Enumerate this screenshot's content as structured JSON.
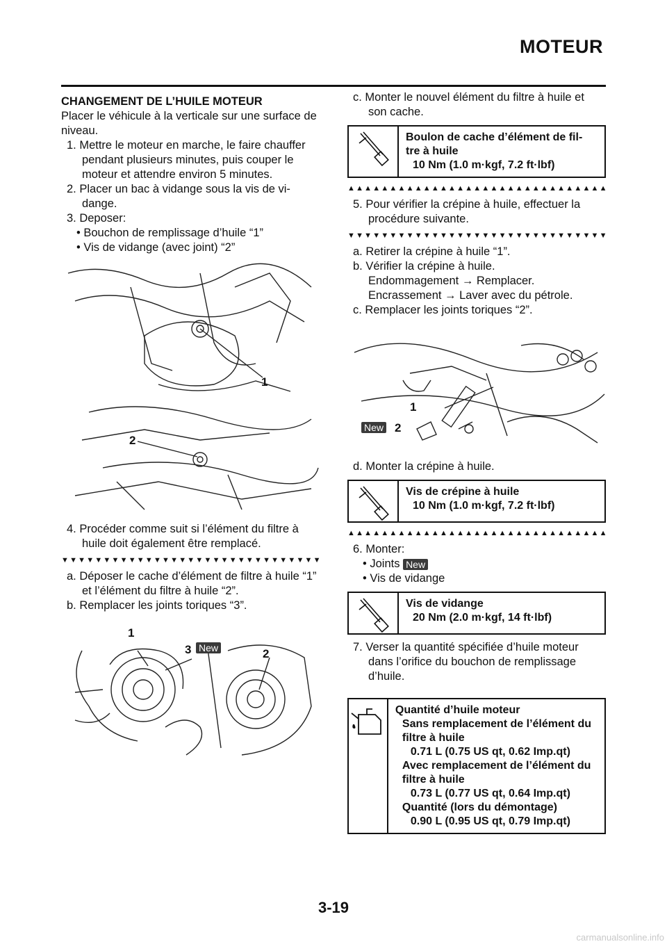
{
  "header": {
    "title": "MOTEUR"
  },
  "left": {
    "section_title": "CHANGEMENT DE L’HUILE MOTEUR",
    "intro": "Placer le véhicule à la verticale sur une surface de niveau.",
    "step1": "1. Mettre le moteur en marche, le faire chauffer pendant plusieurs minutes, puis couper le moteur et attendre environ 5 minutes.",
    "step2": "2. Placer un bac à vidange sous la vis de vi-dange.",
    "step3": "3. Deposer:",
    "step3_b1": "• Bouchon de remplissage d’huile “1”",
    "step3_b2": "• Vis de vidange (avec joint) “2”",
    "fig1_label1": "1",
    "fig1_label2": "2",
    "step4": "4. Procéder comme suit si l’élément du filtre à huile doit également être remplacé.",
    "marks_down": "▼▼▼▼▼▼▼▼▼▼▼▼▼▼▼▼▼▼▼▼▼▼▼▼▼▼▼▼▼▼▼▼▼▼▼",
    "sub_a": "a. Déposer le cache d’élément de filtre à huile “1” et l’élément du filtre à huile “2”.",
    "sub_b": "b. Remplacer les joints toriques “3”.",
    "fig2_label1": "1",
    "fig2_label2": "2",
    "fig2_label3": "3",
    "new": "New"
  },
  "right": {
    "sub_c": "c. Monter le nouvel élément du filtre à huile et son cache.",
    "spec1_line1": "Boulon de cache d’élément de fil-",
    "spec1_line2": "tre à huile",
    "spec1_value": "10 Nm (1.0 m·kgf, 7.2 ft·lbf)",
    "marks_up": "▲▲▲▲▲▲▲▲▲▲▲▲▲▲▲▲▲▲▲▲▲▲▲▲▲▲▲▲▲▲▲▲▲▲▲",
    "step5": "5. Pour vérifier la crépine à huile, effectuer la procédure suivante.",
    "marks_down": "▼▼▼▼▼▼▼▼▼▼▼▼▼▼▼▼▼▼▼▼▼▼▼▼▼▼▼▼▼▼▼▼▼▼▼",
    "sub_a": "a. Retirer la crépine à huile “1”.",
    "sub_b": "b. Vérifier la crépine à huile.",
    "sub_b_1": "Endommagement → Remplacer.",
    "sub_b_2": "Encrassement → Laver avec du pétrole.",
    "sub_c2": "c. Remplacer les joints toriques “2”.",
    "fig3_label1": "1",
    "fig3_label2": "2",
    "new": "New",
    "sub_d": "d. Monter la crépine à huile.",
    "spec2_line1": "Vis de crépine à huile",
    "spec2_value": "10 Nm (1.0 m·kgf, 7.2 ft·lbf)",
    "marks_up2": "▲▲▲▲▲▲▲▲▲▲▲▲▲▲▲▲▲▲▲▲▲▲▲▲▲▲▲▲▲▲▲▲▲▲▲",
    "step6": "6. Monter:",
    "step6_b1": "• Joints",
    "step6_b2": "• Vis de vidange",
    "spec3_line1": "Vis de vidange",
    "spec3_value": "20 Nm (2.0 m·kgf, 14 ft·lbf)",
    "step7": "7. Verser la quantité spécifiée d’huile moteur dans l’orifice du bouchon de remplissage d’huile.",
    "spec4_title": "Quantité d’huile moteur",
    "spec4_a": "Sans remplacement de l’élément du filtre à huile",
    "spec4_a_val": "0.71 L (0.75 US qt, 0.62 Imp.qt)",
    "spec4_b": "Avec remplacement de l’élément du filtre à huile",
    "spec4_b_val": "0.73 L (0.77 US qt, 0.64 Imp.qt)",
    "spec4_c": "Quantité (lors du démontage)",
    "spec4_c_val": "0.90 L (0.95 US qt, 0.79 Imp.qt)"
  },
  "footer": {
    "page_number": "3-19",
    "watermark": "carmanualsonline.info"
  }
}
